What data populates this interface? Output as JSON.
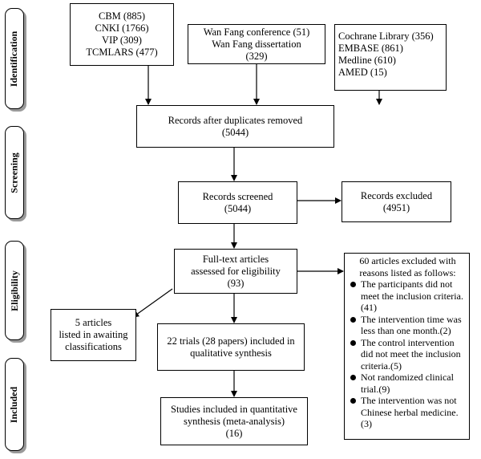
{
  "stages": {
    "identification": "Identification",
    "screening": "Screening",
    "eligibility": "Eligibility",
    "included": "Included"
  },
  "sources": {
    "group1": [
      "CBM (885)",
      "CNKI (1766)",
      "VIP (309)",
      "TCMLARS (477)"
    ],
    "group2": [
      "Wan Fang conference (51)",
      "Wan Fang dissertation",
      "(329)"
    ],
    "group3": [
      "Cochrane Library (356)",
      "EMBASE (861)",
      "Medline (610)",
      "AMED (15)"
    ]
  },
  "duplicates": {
    "line1": "Records after duplicates removed",
    "line2": "(5044)"
  },
  "screened": {
    "line1": "Records screened",
    "line2": "(5044)"
  },
  "excluded": {
    "line1": "Records excluded",
    "line2": "(4951)"
  },
  "fulltext": {
    "line1": "Full-text articles",
    "line2": "assessed for eligibility",
    "line3": "(93)"
  },
  "awaiting": {
    "line1": "5 articles",
    "line2": "listed in awaiting",
    "line3": "classifications"
  },
  "qualitative": {
    "line1": "22 trials (28 papers) included in",
    "line2": "qualitative synthesis"
  },
  "quantitative": {
    "line1": "Studies included in quantitative",
    "line2": "synthesis (meta-analysis)",
    "line3": "(16)"
  },
  "reasons": {
    "header": [
      "60 articles excluded with",
      "reasons listed as follows:"
    ],
    "items": [
      "The participants did not meet the inclusion criteria.(41)",
      "The intervention time was less than one month.(2)",
      "The control intervention did not meet the inclusion criteria.(5)",
      "Not randomized clinical trial.(9)",
      "The intervention was not Chinese herbal medicine.(3)"
    ]
  }
}
